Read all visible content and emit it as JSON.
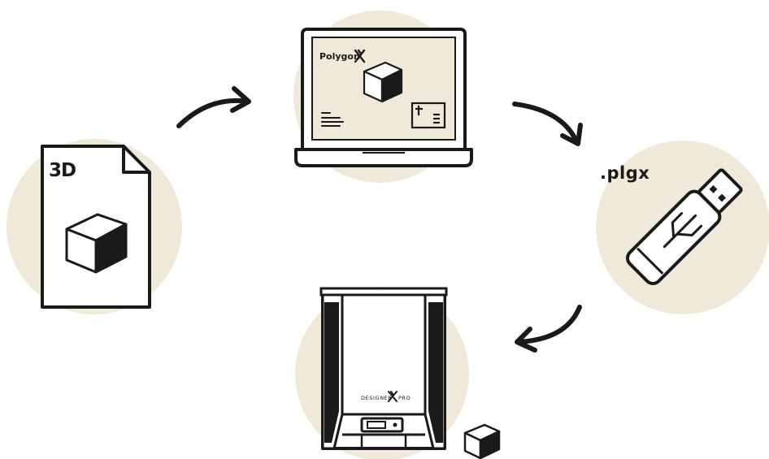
{
  "colors": {
    "circle_fill": "#efe9d9",
    "stroke": "#1a1a1a",
    "paper": "#ffffff",
    "screen": "#efe9d9"
  },
  "steps": [
    {
      "id": "model-file",
      "icon": "3d-file-icon",
      "badge": "3D"
    },
    {
      "id": "slicer",
      "icon": "laptop-icon",
      "brand": "Polygon"
    },
    {
      "id": "export",
      "icon": "usb-drive-icon",
      "file_extension": ".plgx"
    },
    {
      "id": "printer",
      "icon": "3d-printer-icon",
      "model_left": "DESIGNER",
      "model_right": "PRO"
    }
  ]
}
